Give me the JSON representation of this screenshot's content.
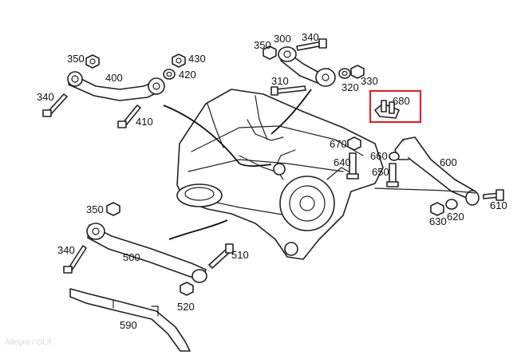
{
  "diagram": {
    "callouts": [
      "350",
      "300",
      "340",
      "350",
      "430",
      "400",
      "420",
      "310",
      "320",
      "330",
      "680",
      "340",
      "410",
      "670",
      "660",
      "640",
      "650",
      "600",
      "610",
      "620",
      "630",
      "350",
      "340",
      "500",
      "510",
      "520",
      "590"
    ],
    "highlight": {
      "label": "680",
      "color": "#d9262c"
    },
    "watermark": "Allegro / OLX"
  }
}
